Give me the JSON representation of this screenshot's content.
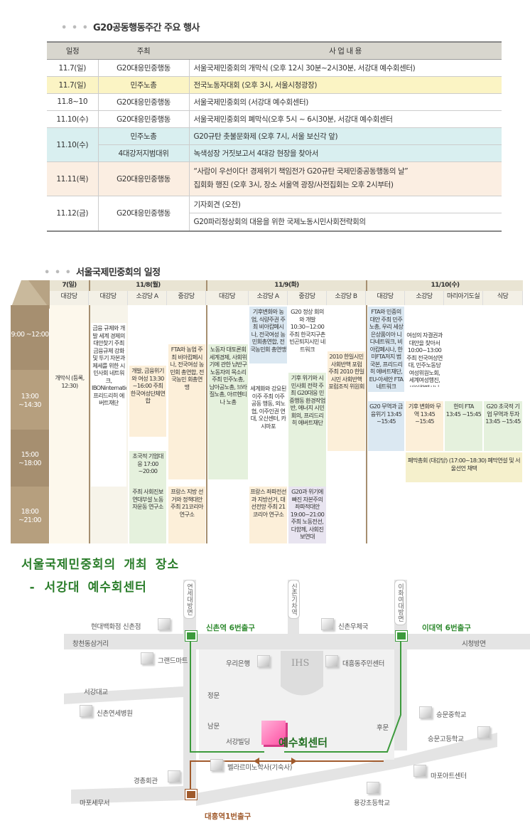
{
  "table1": {
    "title": "G20공동행동주간 주요 행사",
    "headers": [
      "일정",
      "주최",
      "사 업 내 용"
    ],
    "rows": [
      {
        "date": "11.7(일)",
        "host": "G20대응민중행동",
        "content": "서울국제민중회의 개막식 (오후 12시 30분~2시30분, 서강대 예수회센터)"
      },
      {
        "date": "11.7(일)",
        "host": "민주노총",
        "content": "전국노동자대회 (오후 3시, 서울시청광장)"
      },
      {
        "date": "11.8~10",
        "host": "G20대응민중행동",
        "content": "서울국제민중회의 (서강대 예수회센터)"
      },
      {
        "date": "11.10(수)",
        "host": "G20대응민중행동",
        "content": "서울국제민중회의 폐막식(오후 5시 ~ 6시30분, 서강대 예수회센터"
      },
      {
        "date": "11.10(수)",
        "host": "민주노총",
        "content": "G20규탄 촛불문화제 (오후 7시, 서울 보신각 앞)"
      },
      {
        "host": "4대강저지범대위",
        "content": "녹색성장 거짓보고서 4대강 현장을 찾아서"
      },
      {
        "date": "11.11(목)",
        "host": "G20대응민중행동",
        "content": "“사람이 우선이다! 경제위기 책임전가 G20규탄 국제민중공동행동의 날”",
        "content2": "집회화 행진 (오후 3시, 장소 서울역 광장/사전집회는 오후 2시부터)"
      },
      {
        "date": "11.12(금)",
        "host": "G20대응민중행동",
        "content": "기자회견 (오전)",
        "content2": "G20파리정상회의 대응을 위한 국제노동시민사회전략회의"
      }
    ]
  },
  "schedule": {
    "title": "서울국제민중회의 일정",
    "days": [
      "7(일)",
      "11/8(월)",
      "11/9(화)",
      "11/10(수)"
    ],
    "rooms": [
      "대강당",
      "대강당",
      "소강당 A",
      "중강당",
      "대강당",
      "소강당 A",
      "중강당",
      "소강당 B",
      "대강당",
      "소강당",
      "마리아기도실",
      "식당"
    ],
    "times": [
      "9:00 ~12:00",
      "13:00 ~14:30",
      "15:00 ~18:00",
      "18:00 ~21:00"
    ],
    "events": {
      "d7_open": "개막식 (등록, 12:30)",
      "m_big": "금융 규제와 개발 세계 경제의 대안찾기 주최 금융규제 강화 및 투기 자본과 제세를 위한 시민사회 네트워크, IBONinternational, 프리드리히 에버트재단",
      "m_a1": "개발, 금융위기와 여성 13:30 ~16:00 주최 한국여성단체연합",
      "m_a2": "초국적 기업대응 17:00 ~20:00",
      "m_a3": "주최 사회진보 연대부설 노동자운동 연구소",
      "m_mid1": "FTA와 농업 주최 비아캄페시나, 전국여성 농민회 총연합, 전국농민 회총연맹",
      "m_mid2": "프랑스 지방 선거와 정책대안 주최 21코리아 연구소",
      "t_big": "노동자 대토론회 세계경제, 사회위기에 관한 남반구 노동자의 목소리 주최 민주노총, 남아공노총, 브라질노총, 아르헨티나 노총",
      "t_a1": "기후변화와 농업, 식량주권 주최 비아캄페시나, 전국여성 농민회총연합, 전국농민회 총연맹",
      "t_a2": "세계화와 강요된 이주 주최 이주공동 행동, 외노협, 이주인권 연대, 오산센터, 카시마포",
      "t_a3": "프랑스 좌파전선과 지방선거, 대선전망 주최 21코리아 연구소",
      "t_mid1": "G20 정상 회의와 개발 10:30~12:00 주최 한국지구촌 빈곤퇴치시민 네트워크",
      "t_mid2": "기후 위기와 시민사회 전략 주최 G20대응 민중행동 환경작업반, 에너지 시민회의, 프리드리히 에버트재단",
      "t_mid3": "G20과 위기에 빠진 자본주의 좌파적대안 19:00~21:00 주최 노동전선,다함께, 사회진보연대",
      "t_b": "2010 한일시민 사회반핵 포럼 주최 2010 한일시민 사회반핵 포럼조직 위원회",
      "w_big1": "FTA와 민중의 대안 주최 민주노총, 우리 세상은상품이아 니다네트워크, 비아캄페시나, 한미FTA저지 범국본, 프리드리히 에버트재단, EU-아세안 FTA 네트워크",
      "w_big2": "G20 무역과 금융위기 13:45 ~15:45",
      "w_small1": "여성의 자결권과 대안을 찾아서 10:00~13:00 주최 전국여성연대, 민주노동당 여성위원노회, 세계여성행진, 비아캄페시나",
      "w_small2": "기후 변화와 무역 13:45 ~15:45",
      "w_maria": "한미 FTA 13:45 ~15:45",
      "w_food": "G20 초국적 기업 무역과 투자 13:45 ~15:45",
      "w_close": "폐막총회 (대강당) (17:00~18:30) 폐막연설 및 서울선언 채택"
    }
  },
  "map": {
    "heading1": "서울국제민중회의 개최 장소",
    "heading2": "- 서강대 예수회센터",
    "exits": [
      "신촌역 6번출구",
      "이대역 6번출구",
      "대흥역1번출구"
    ],
    "roads": [
      "연세대방면",
      "신촌기차역",
      "이화여대방면"
    ],
    "labels": [
      "현대백화점 신촌점",
      "창천동삼거리",
      "그랜드마트",
      "서강대교",
      "신촌연세병원",
      "신촌우체국",
      "시청방면",
      "대흥동주민센터",
      "우리은행",
      "정문",
      "남문",
      "서강빌딩",
      "후문",
      "승문중학교",
      "승문고등학교",
      "벨라르미노학사(기숙사)",
      "경총회관",
      "마포세무서",
      "마포아트센터",
      "용강초등학교"
    ],
    "venue": "예수회센터",
    "emblem": "IHS",
    "colors": {
      "route": "#3c9a3c",
      "venue": "#ff6fb5"
    }
  }
}
